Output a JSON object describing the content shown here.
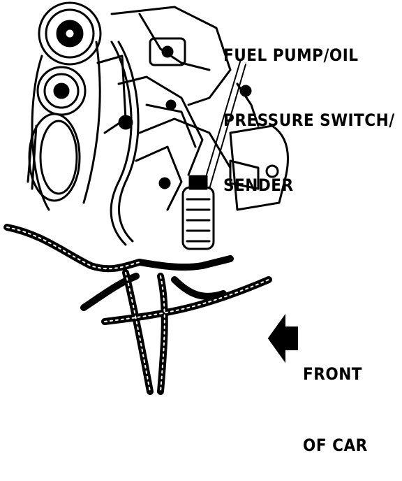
{
  "callouts": {
    "component_line1": "FUEL PUMP/OIL",
    "component_line2": "PRESSURE SWITCH/",
    "component_line3": "SENDER",
    "direction_line1": "FRONT",
    "direction_line2": "OF CAR"
  },
  "colors": {
    "ink": "#000000",
    "paper": "#ffffff"
  },
  "icons": {
    "direction": "arrow-left-icon"
  }
}
